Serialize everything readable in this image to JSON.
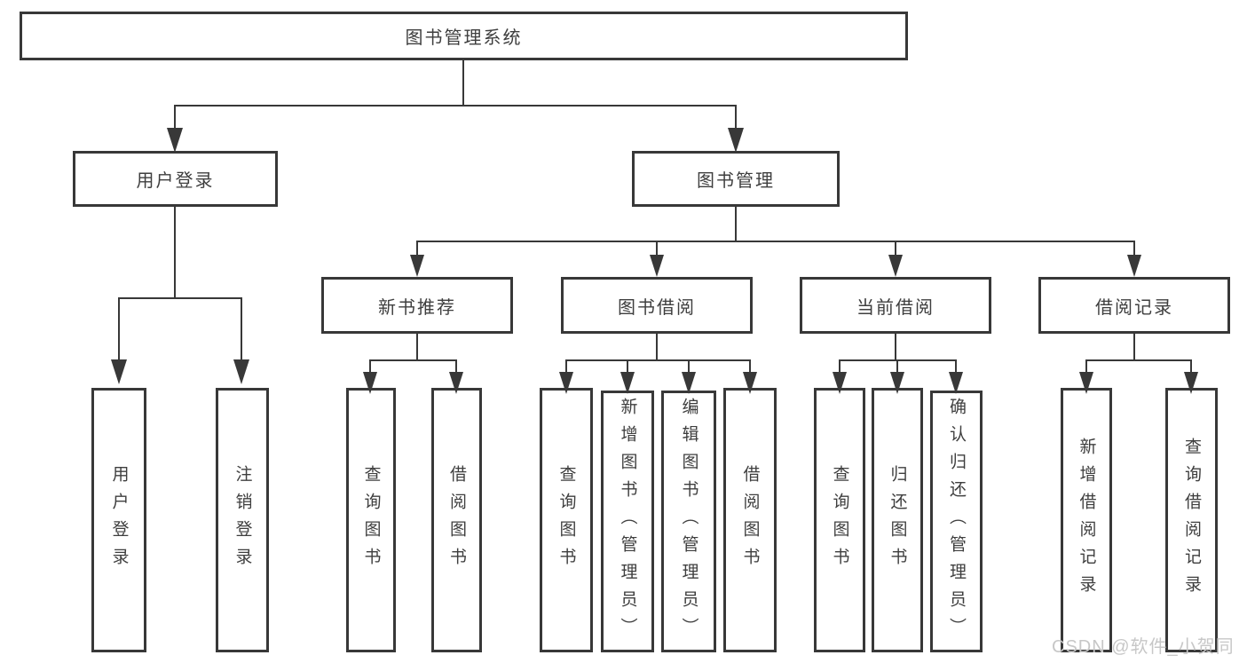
{
  "watermark": "CSDN @软件_小贺同学",
  "colors": {
    "line": "#383838",
    "box_border": "#383838",
    "text": "#3e3e3e",
    "watermark": "#c7c7c7",
    "background": "#ffffff"
  },
  "tree": {
    "root": {
      "label": "图书管理系统",
      "children": [
        {
          "label": "用户登录",
          "children": [
            {
              "label": "用户登录"
            },
            {
              "label": "注销登录"
            }
          ]
        },
        {
          "label": "图书管理",
          "children": [
            {
              "label": "新书推荐",
              "children": [
                {
                  "label": "查询图书"
                },
                {
                  "label": "借阅图书"
                }
              ]
            },
            {
              "label": "图书借阅",
              "children": [
                {
                  "label": "查询图书"
                },
                {
                  "label": "新增图书（管理员）"
                },
                {
                  "label": "编辑图书（管理员）"
                },
                {
                  "label": "借阅图书"
                }
              ]
            },
            {
              "label": "当前借阅",
              "children": [
                {
                  "label": "查询图书"
                },
                {
                  "label": "归还图书"
                },
                {
                  "label": "确认归还（管理员）"
                }
              ]
            },
            {
              "label": "借阅记录",
              "children": [
                {
                  "label": "新增借阅记录"
                },
                {
                  "label": "查询借阅记录"
                }
              ]
            }
          ]
        }
      ]
    }
  }
}
